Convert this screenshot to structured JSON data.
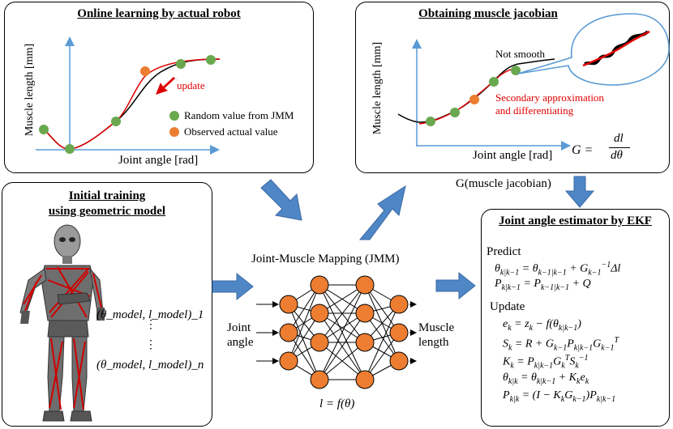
{
  "panels": {
    "online": {
      "title": "Online learning by actual robot",
      "ylabel": "Muscle length [mm]",
      "xlabel": "Joint angle [rad]",
      "update_label": "update",
      "legend": {
        "green": "Random value from JMM",
        "orange": "Observed actual value"
      }
    },
    "jacobian": {
      "title": "Obtaining muscle jacobian",
      "ylabel": "Muscle length [mm]",
      "xlabel": "Joint angle [rad]",
      "not_smooth": "Not smooth",
      "secondary_line1": "Secondary approximation",
      "secondary_line2": "and differentiating",
      "formula_lhs": "G =",
      "formula_num": "dl",
      "formula_den": "dθ"
    },
    "initial": {
      "title_line1": "Initial training",
      "title_line2": "using geometric model",
      "pair_first": "(θ_model, l_model)_1",
      "pair_last": "(θ_model, l_model)_n"
    },
    "ekf": {
      "title": "Joint angle estimator by EKF",
      "predict": "Predict",
      "update": "Update"
    }
  },
  "jmm": {
    "title": "Joint-Muscle Mapping (JMM)",
    "input_line1": "Joint",
    "input_line2": "angle",
    "output_line1": "Muscle",
    "output_line2": "length",
    "formula": "l = f(θ)"
  },
  "jacobian_flow_label": "G(muscle jacobian)",
  "colors": {
    "green": "#6aa84f",
    "orange": "#ed7d31",
    "arrow_blue": "#4f86c6",
    "red": "#e00000"
  }
}
